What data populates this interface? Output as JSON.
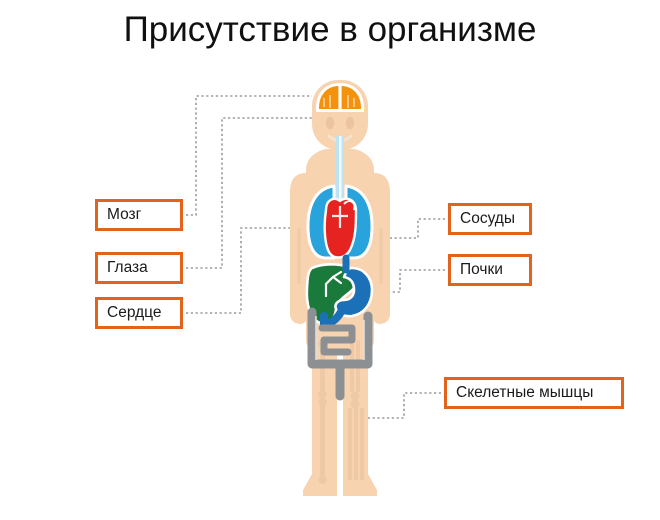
{
  "title": "Присутствие в организме",
  "labels": {
    "brain": {
      "text": "Мозг",
      "icon": "callout-box"
    },
    "eyes": {
      "text": "Глаза",
      "icon": "callout-box"
    },
    "heart": {
      "text": "Сердце",
      "icon": "callout-box"
    },
    "vessels": {
      "text": "Сосуды",
      "icon": "callout-box"
    },
    "kidneys": {
      "text": "Почки",
      "icon": "callout-box"
    },
    "muscles": {
      "text": "Скелетные мышцы",
      "icon": "callout-box"
    }
  },
  "diagram": {
    "subject": "human-body-anatomy",
    "organs": [
      {
        "name": "brain",
        "color": "#F5920B"
      },
      {
        "name": "eyes",
        "color": "#E8C4A4"
      },
      {
        "name": "lungs",
        "color": "#29A3DC"
      },
      {
        "name": "heart",
        "color": "#E52421"
      },
      {
        "name": "liver",
        "color": "#1A7A3C"
      },
      {
        "name": "stomach",
        "color": "#1B70B8"
      },
      {
        "name": "intestines",
        "color": "#8C9093"
      },
      {
        "name": "trachea",
        "color": "#BCE3F2"
      },
      {
        "name": "skeleton",
        "color": "#EFC9A6"
      },
      {
        "name": "body",
        "color": "#F8D3B0"
      }
    ]
  },
  "colors": {
    "accent": "#E2631B",
    "title": "#101010",
    "background": "#FFFFFF",
    "connector": "#9A9A9A"
  }
}
